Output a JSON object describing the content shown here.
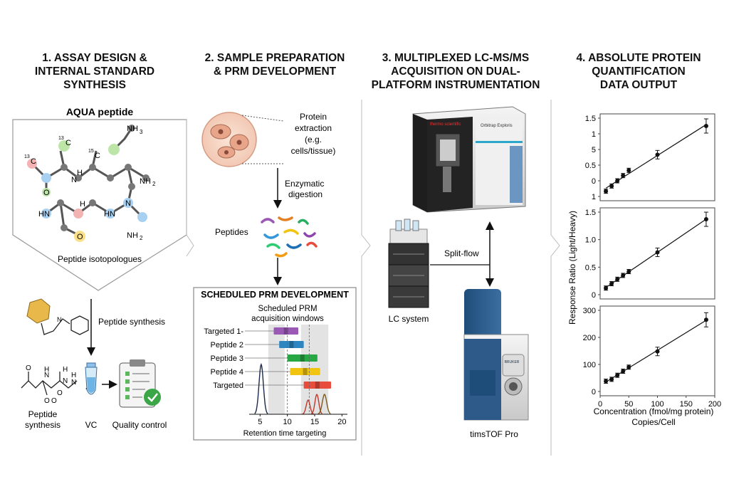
{
  "panel1": {
    "title_lines": [
      "1. ASSAY DESIGN &",
      "INTERNAL STANDARD",
      "SYNTHESIS"
    ],
    "aqua_title": "AQUA peptide",
    "isotopologues_label": "Peptide isotopologues",
    "atoms": {
      "nh3": "NH",
      "nh3_sub": "3",
      "c13a": "13",
      "c13a_el": "C",
      "c13b": "13",
      "c13b_el": "C",
      "c15": "15",
      "c15_el": "C",
      "o": "O",
      "nh": "N",
      "nh_h": "H",
      "nh2": "NH",
      "nh2_sub": "2",
      "hn": "HN",
      "nh2b": "NH",
      "nh2b_sub": "2",
      "oo": "O",
      "hn2": "HN",
      "h2n": "N",
      "h": "H"
    },
    "synthesis_arrow_label": "Peptide synthesis",
    "bottom_labels": {
      "peptide_synthesis_1": "Peptide",
      "peptide_synthesis_2": "synthesis",
      "plus": "+",
      "vc": "VC",
      "quality": "Quality control"
    },
    "mol_atoms": {
      "o1": "O",
      "n1": "N",
      "h1": "H",
      "o2": "O",
      "o3": "O",
      "n2": "N",
      "h2": "H",
      "n3": "N",
      "h3": "H",
      "o4": "O"
    }
  },
  "panel2": {
    "title_lines": [
      "2. SAMPLE PREPARATION",
      "& PRM DEVELOPMENT"
    ],
    "extraction_lines": [
      "Protein",
      "extraction",
      "(e.g.",
      "cells/tissue)"
    ],
    "digestion_lines": [
      "Enzymatic",
      "digestion"
    ],
    "peptides_label": "Peptides",
    "prm_box_title": "SCHEDULED PRM DEVELOPMENT",
    "windows_lines": [
      "Scheduled PRM",
      "acquisition windows"
    ],
    "rows": [
      "Targeted 1-",
      "Peptide 2",
      "Peptide 3",
      "Peptide 4",
      "Targeted"
    ],
    "xaxis_ticks": [
      "5",
      "10",
      "15",
      "20"
    ],
    "xaxis_label": "Retention time targeting",
    "row_colors": [
      "#9b59b6",
      "#2e86c1",
      "#28a745",
      "#f1c40f",
      "#e74c3c"
    ]
  },
  "panel3": {
    "title_lines": [
      "3. MULTIPLEXED LC-MS/MS",
      "ACQUISITION ON DUAL-",
      "PLATFORM INSTRUMENTATION"
    ],
    "orbitrap_brand": "thermo scientific",
    "orbitrap_model": "Orbitrap Exploris",
    "split_flow": "Split-flow",
    "lc_label": "LC system",
    "tof_brand": "BRUKER",
    "tof_label": "timsTOF Pro"
  },
  "panel4": {
    "title_lines": [
      "4. ABSOLUTE PROTEIN",
      "QUANTIFICATION",
      "DATA OUTPUT"
    ],
    "y_label": "Response Ratio (Light/Heavy)",
    "x_label": "Concentration (fmol/mg protein)",
    "x_sublabel": "Copies/Cell"
  },
  "chart_data": [
    {
      "type": "scatter",
      "x": [
        10,
        20,
        30,
        40,
        50,
        100,
        185
      ],
      "y": [
        0.1,
        0.2,
        0.3,
        0.4,
        0.5,
        0.8,
        1.35
      ],
      "yticks": [
        "1.5",
        "1",
        "5",
        "0.5",
        "0",
        "1"
      ],
      "ylim": [
        0,
        1.5
      ],
      "xlim": [
        0,
        200
      ]
    },
    {
      "type": "scatter",
      "x": [
        10,
        20,
        30,
        40,
        50,
        100,
        185
      ],
      "y": [
        0.12,
        0.2,
        0.28,
        0.35,
        0.42,
        0.77,
        1.37
      ],
      "yticks": [
        "1.5",
        "1.0",
        "0.5",
        "0"
      ],
      "ylim": [
        0,
        1.5
      ],
      "xlim": [
        0,
        200
      ]
    },
    {
      "type": "scatter",
      "x": [
        10,
        20,
        30,
        40,
        50,
        100,
        185
      ],
      "y": [
        38,
        45,
        60,
        75,
        90,
        148,
        265
      ],
      "yticks": [
        "300",
        "200",
        "100",
        "0"
      ],
      "xticks": [
        "0",
        "50",
        "100",
        "150",
        "200"
      ],
      "ylim": [
        0,
        300
      ],
      "xlim": [
        0,
        200
      ]
    }
  ]
}
